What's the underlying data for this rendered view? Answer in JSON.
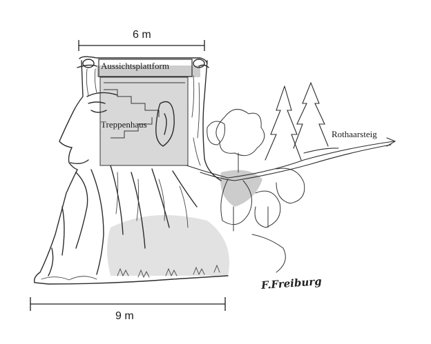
{
  "labels": {
    "top_width": "6 m",
    "platform": "Aussichtsplattform",
    "stairwell": "Treppenhaus",
    "trail": "Rothaarsteig",
    "bottom_width": "9 m",
    "signature": "F.Freiburg"
  },
  "colors": {
    "pencil": "#2b2b2b",
    "shade": "#9c9c9c",
    "light_shade": "#cfcfcf",
    "paper": "#ffffff"
  }
}
